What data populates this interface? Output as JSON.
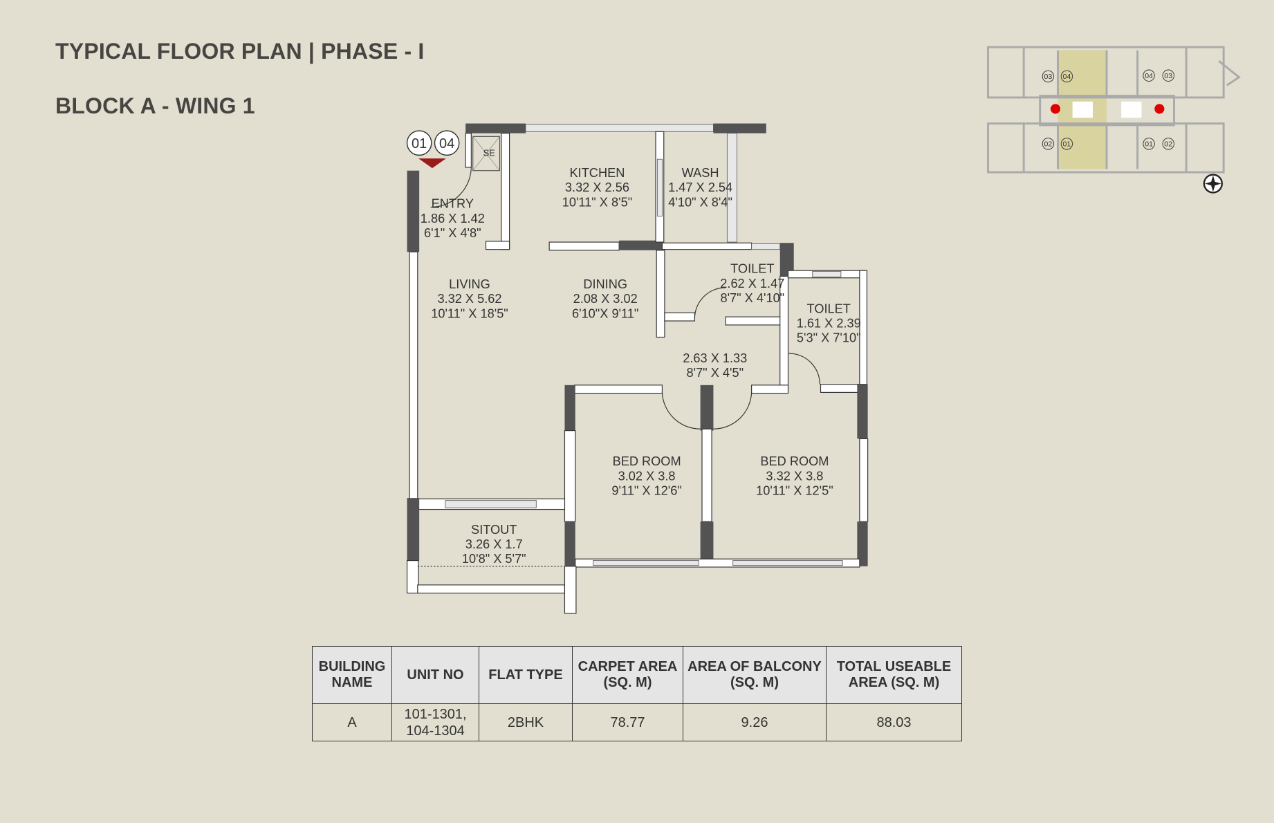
{
  "header": {
    "title": "TYPICAL FLOOR PLAN | PHASE - I",
    "subtitle": "BLOCK A - WING 1"
  },
  "plan": {
    "unit_markers": [
      "01",
      "04"
    ],
    "shaft_label": "SE",
    "rooms": [
      {
        "name": "ENTRY",
        "metric": "1.86 X 1.42",
        "imperial": "6'1\" X 4'8\""
      },
      {
        "name": "KITCHEN",
        "metric": "3.32 X 2.56",
        "imperial": "10'11\" X 8'5\""
      },
      {
        "name": "WASH",
        "metric": "1.47 X 2.54",
        "imperial": "4'10\" X 8'4\""
      },
      {
        "name": "LIVING",
        "metric": "3.32 X 5.62",
        "imperial": "10'11\" X 18'5\""
      },
      {
        "name": "DINING",
        "metric": "2.08 X 3.02",
        "imperial": "6'10\"X 9'11\""
      },
      {
        "name": "TOILET",
        "metric": "2.62 X 1.47",
        "imperial": "8'7\" X 4'10\""
      },
      {
        "name": "TOILET",
        "metric": "1.61 X 2.39",
        "imperial": "5'3\" X 7'10\""
      },
      {
        "name": "",
        "metric": "2.63 X 1.33",
        "imperial": "8'7\" X 4'5\""
      },
      {
        "name": "BED ROOM",
        "metric": "3.02 X 3.8",
        "imperial": "9'11\" X 12'6\""
      },
      {
        "name": "BED ROOM",
        "metric": "3.32 X 3.8",
        "imperial": "10'11\" X 12'5\""
      },
      {
        "name": "SITOUT",
        "metric": "3.26 X 1.7",
        "imperial": "10'8\" X 5'7\""
      }
    ]
  },
  "key_plan": {
    "units_top_left": [
      "03",
      "04"
    ],
    "units_top_right": [
      "04",
      "03"
    ],
    "units_bottom_left": [
      "02",
      "01"
    ],
    "units_bottom_right": [
      "01",
      "02"
    ],
    "highlight_color": "#d9d3a0",
    "marker_color": "#e00000"
  },
  "table": {
    "headers": [
      "BUILDING NAME",
      "UNIT NO",
      "FLAT TYPE",
      "CARPET AREA (SQ. M)",
      "AREA OF BALCONY (SQ. M)",
      "TOTAL USEABLE AREA (SQ. M)"
    ],
    "rows": [
      [
        "A",
        "101-1301, 104-1304",
        "2BHK",
        "78.77",
        "9.26",
        "88.03"
      ]
    ]
  }
}
